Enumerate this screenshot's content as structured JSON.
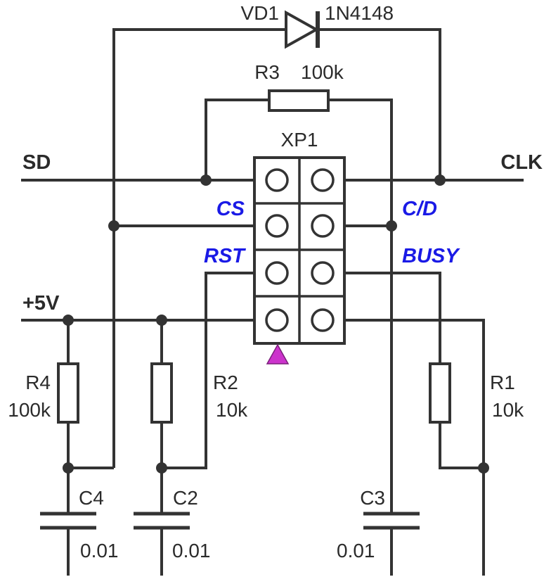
{
  "nets": {
    "sd": "SD",
    "clk": "CLK",
    "vcc": "+5V"
  },
  "connector": {
    "ref": "XP1",
    "pins_left": [
      "CS",
      "RST"
    ],
    "pins_right": [
      "C/D",
      "BUSY"
    ],
    "pin1_marker_color": "#cc33cc"
  },
  "diode": {
    "ref": "VD1",
    "part": "1N4148"
  },
  "resistors": {
    "r1": {
      "ref": "R1",
      "value": "10k"
    },
    "r2": {
      "ref": "R2",
      "value": "10k"
    },
    "r3": {
      "ref": "R3",
      "value": "100k"
    },
    "r4": {
      "ref": "R4",
      "value": "100k"
    }
  },
  "capacitors": {
    "c2": {
      "ref": "C2",
      "value": "0.01"
    },
    "c3": {
      "ref": "C3",
      "value": "0.01"
    },
    "c4": {
      "ref": "C4",
      "value": "0.01"
    }
  },
  "colors": {
    "wire": "#333333",
    "signal_label": "#1a1ae6"
  }
}
